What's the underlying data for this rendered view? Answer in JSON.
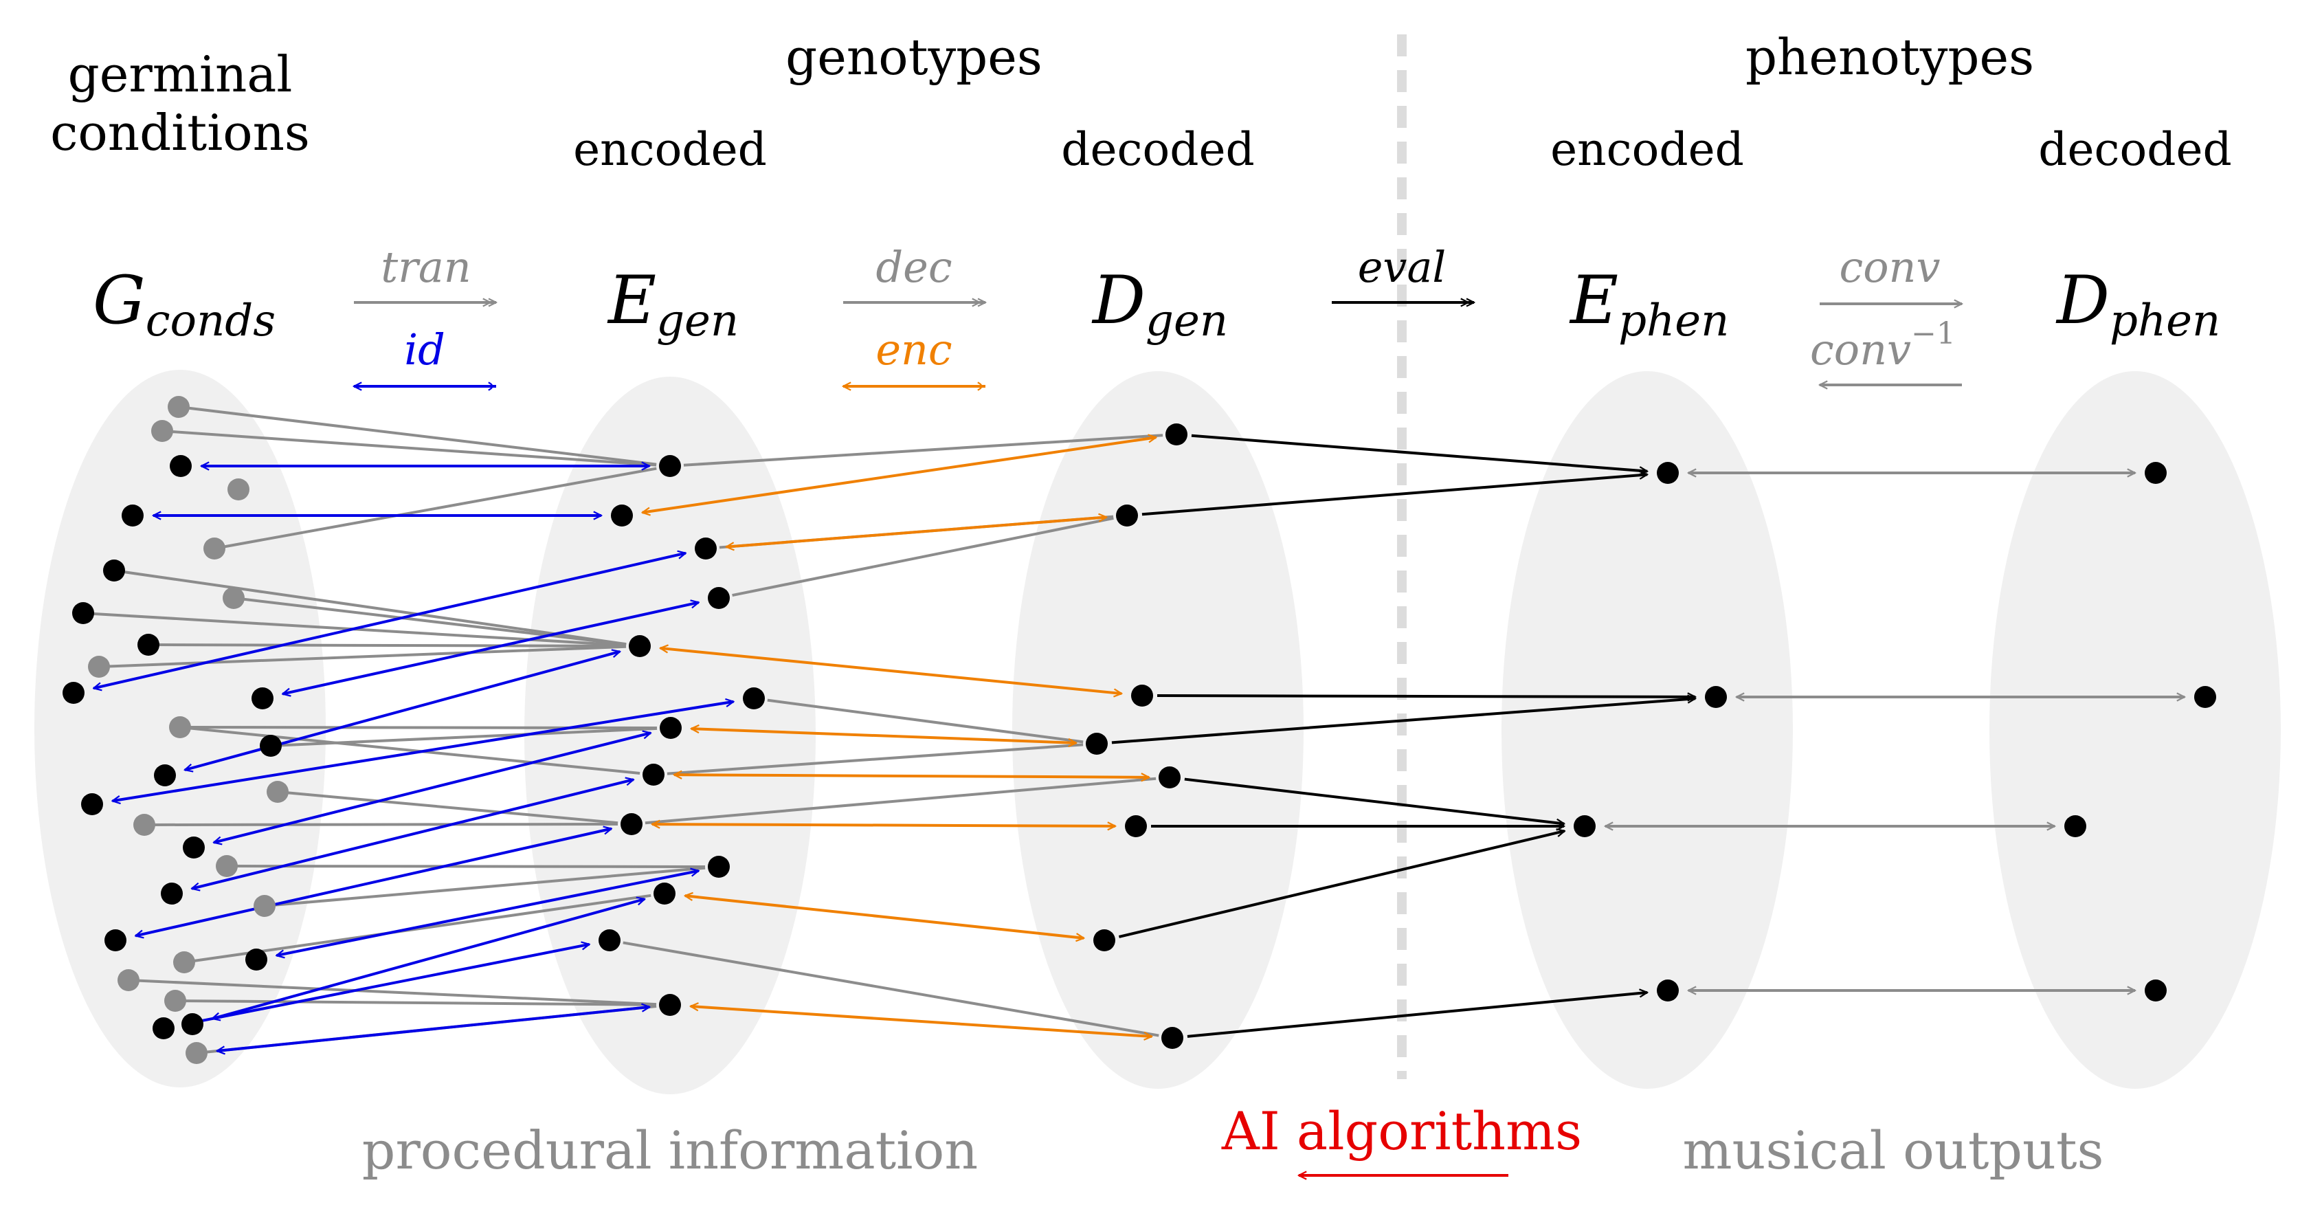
{
  "headers": {
    "germinal_line1": "germinal",
    "germinal_line2": "conditions",
    "genotypes": "genotypes",
    "phenotypes": "phenotypes",
    "encoded_gen": "encoded",
    "decoded_gen": "decoded",
    "encoded_phen": "encoded",
    "decoded_phen": "decoded"
  },
  "sets": {
    "gconds": {
      "base": "G",
      "sub": "conds"
    },
    "egen": {
      "base": "E",
      "sub": "gen"
    },
    "dgen": {
      "base": "D",
      "sub": "gen"
    },
    "ephen": {
      "base": "E",
      "sub": "phen"
    },
    "dphen": {
      "base": "D",
      "sub": "phen"
    }
  },
  "maps": {
    "tran": "tran",
    "id": "id",
    "dec": "dec",
    "enc": "enc",
    "eval": "eval",
    "conv": "conv",
    "conv_inv": "conv",
    "conv_inv_exp": "−1"
  },
  "footer": {
    "procedural": "procedural information",
    "ai": "AI algorithms",
    "musical": "musical outputs"
  },
  "colors": {
    "black": "#000000",
    "gray": "#8c8c8c",
    "blue": "#0000e6",
    "orange": "#f08000",
    "red": "#e60000",
    "blob": "#f0f0f0",
    "divider": "#dcdcdc",
    "footer_text": "#8c8c8c"
  }
}
